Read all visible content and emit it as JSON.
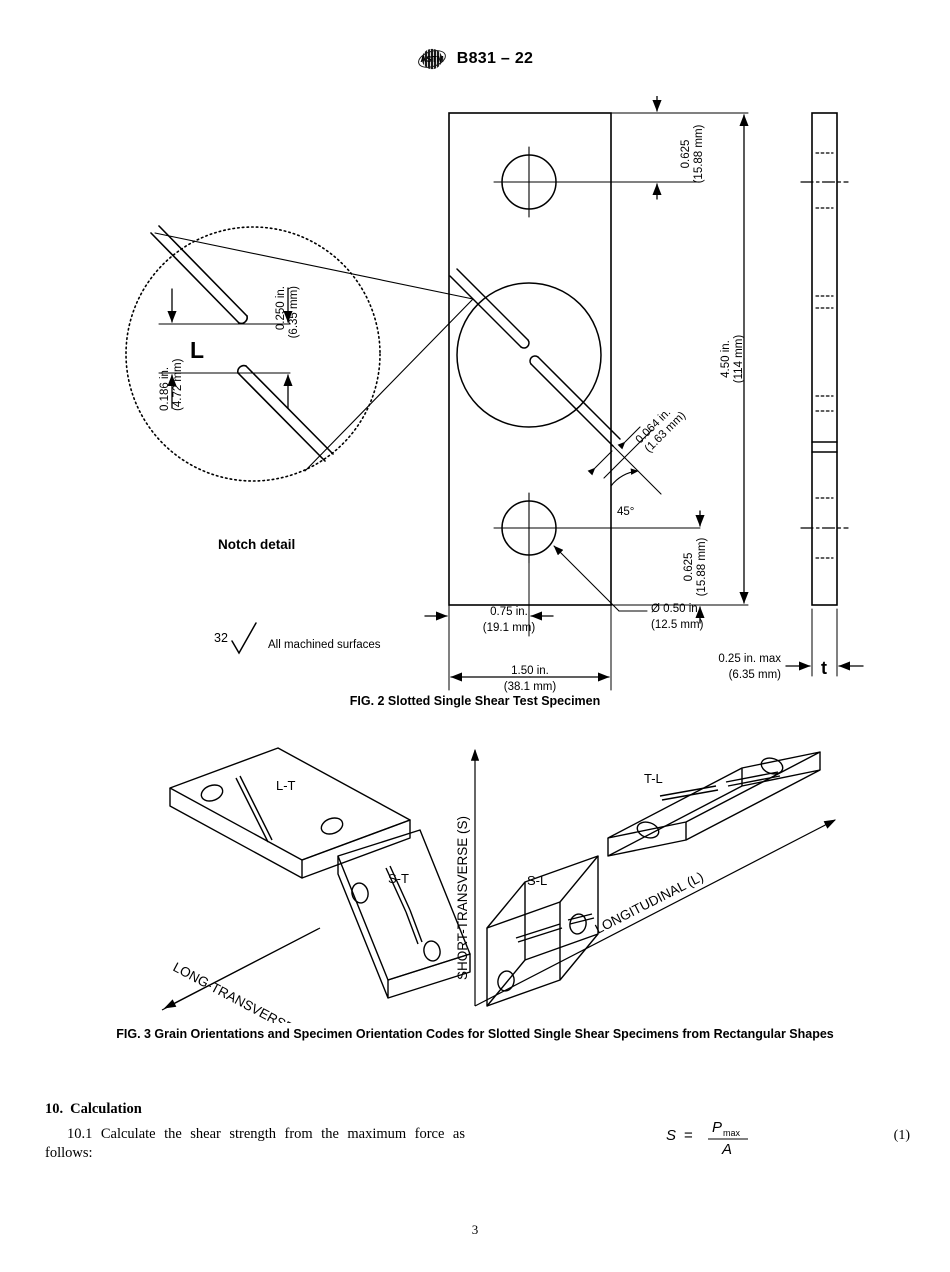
{
  "header": {
    "logo_name": "astm-logo",
    "title": "B831 – 22"
  },
  "figure2": {
    "caption": "FIG. 2  Slotted Single Shear Test Specimen",
    "detail_label": "Notch detail",
    "detail_L": "L",
    "detail_dim_top": "0.250 in.",
    "detail_dim_top_mm": "(6.35 mm)",
    "detail_dim_bottom": "0.186 in.",
    "detail_dim_bottom_mm": "(4.72 mm)",
    "surface_finish_value": "32",
    "surface_finish_note": "All machined surfaces",
    "dim_top_hole": "0.625",
    "dim_top_hole_mm": "(15.88 mm)",
    "dim_bottom_hole": "0.625",
    "dim_bottom_hole_mm": "(15.88 mm)",
    "dim_length": "4.50 in.",
    "dim_length_mm": "(114 mm)",
    "dim_slot_width": "0.064 in.",
    "dim_slot_width_mm": "(1.63 mm)",
    "dim_angle": "45°",
    "dim_offset": "0.75 in.",
    "dim_offset_mm": "(19.1 mm)",
    "dim_width": "1.50 in.",
    "dim_width_mm": "(38.1 mm)",
    "dim_hole_dia": "Ø 0.50 in.",
    "dim_hole_dia_mm": "(12.5 mm)",
    "dim_thickness": "0.25 in. max",
    "dim_thickness_mm": "(6.35 mm)",
    "thickness_symbol": "t"
  },
  "figure3": {
    "caption": "FIG. 3  Grain Orientations and Specimen Orientation Codes for Slotted Single Shear Specimens from Rectangular Shapes",
    "code_lt": "L-T",
    "code_st": "S-T",
    "code_sl": "S-L",
    "code_tl": "T-L",
    "axis_long_transverse": "LONG-TRANSVERSE (T)",
    "axis_short_transverse": "SHORT-TRANSVERSE (S)",
    "axis_longitudinal": "LONGITUDINAL (L)"
  },
  "section10": {
    "number": "10.",
    "title": "Calculation",
    "paragraph": "10.1  Calculate the shear strength from the maximum force as follows:",
    "equation_lhs": "S",
    "equation_eq": "=",
    "equation_numerator_base": "P",
    "equation_numerator_sub": "max",
    "equation_denominator": "A",
    "equation_number": "(1)"
  },
  "footer": {
    "page_number": "3"
  }
}
